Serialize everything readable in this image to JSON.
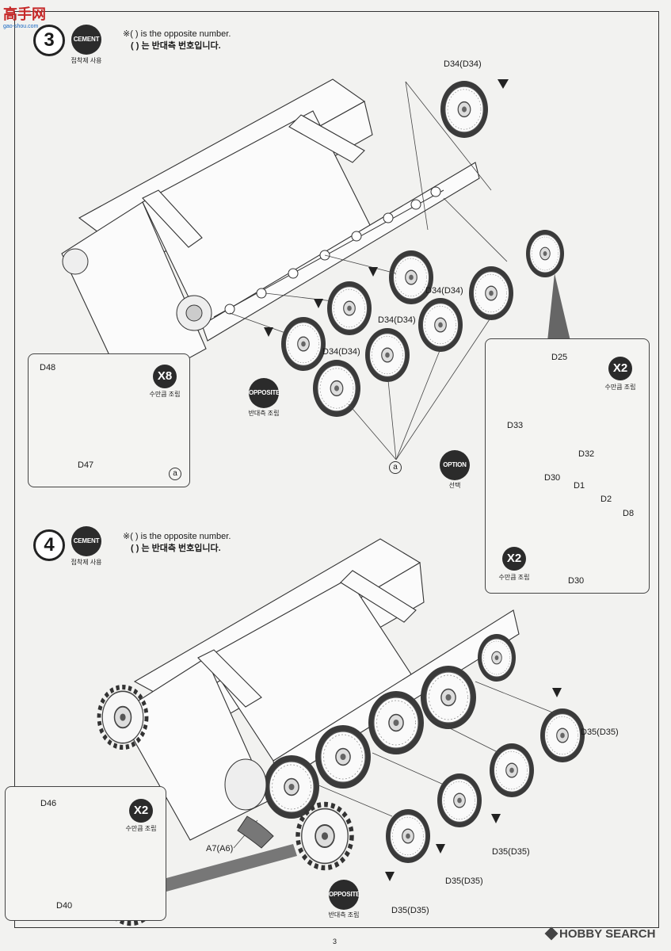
{
  "watermark": {
    "site": "高手网",
    "site_url": "gao-shou.com"
  },
  "step3": {
    "number": "3",
    "cement_badge": "CEMENT",
    "cement_sub": "접착제 사용",
    "note_en": "※( ) is the opposite number.",
    "note_ko": "( ) 는 반대측 번호입니다.",
    "labels": {
      "wheel_top": "D34(D34)",
      "wheel_mid_right": "D34(D34)",
      "wheel_mid": "D34(D34)",
      "wheel_low": "D34(D34)"
    },
    "opposite_badge": "OPPOSITE",
    "opposite_sub": "반대측 조립",
    "ref_mark": "a",
    "inset_left": {
      "d48": "D48",
      "d47": "D47",
      "multiplier": "X8",
      "multiplier_sub": "수만큼 조립",
      "ref_mark": "a"
    },
    "inset_right": {
      "top": {
        "d25": "D25",
        "d33": "D33",
        "d32": "D32",
        "multiplier": "X2",
        "multiplier_sub": "수만큼 조립"
      },
      "option_badge": "OPTION",
      "option_sub": "선택",
      "bottom": {
        "d30a": "D30",
        "d1": "D1",
        "d2": "D2",
        "d8": "D8",
        "d30b": "D30",
        "multiplier": "X2",
        "multiplier_sub": "수만큼 조립"
      }
    }
  },
  "step4": {
    "number": "4",
    "cement_badge": "CEMENT",
    "cement_sub": "접착제 사용",
    "note_en": "※( ) is the opposite number.",
    "note_ko": "( ) 는 반대측 번호입니다.",
    "labels": {
      "w1": "D35(D35)",
      "w2": "D35(D35)",
      "w3": "D35(D35)",
      "w4": "D35(D35)",
      "a7": "A7(A6)"
    },
    "opposite_badge": "OPPOSITE",
    "opposite_sub": "반대측 조립",
    "inset": {
      "d46": "D46",
      "d40": "D40",
      "multiplier": "X2",
      "multiplier_sub": "수만큼 조립"
    }
  },
  "footer": {
    "page": "3",
    "brand": "HOBBY SEARCH"
  },
  "colors": {
    "ink": "#1a1a1a",
    "badge": "#2b2b2b",
    "paper": "#f2f2f0"
  }
}
